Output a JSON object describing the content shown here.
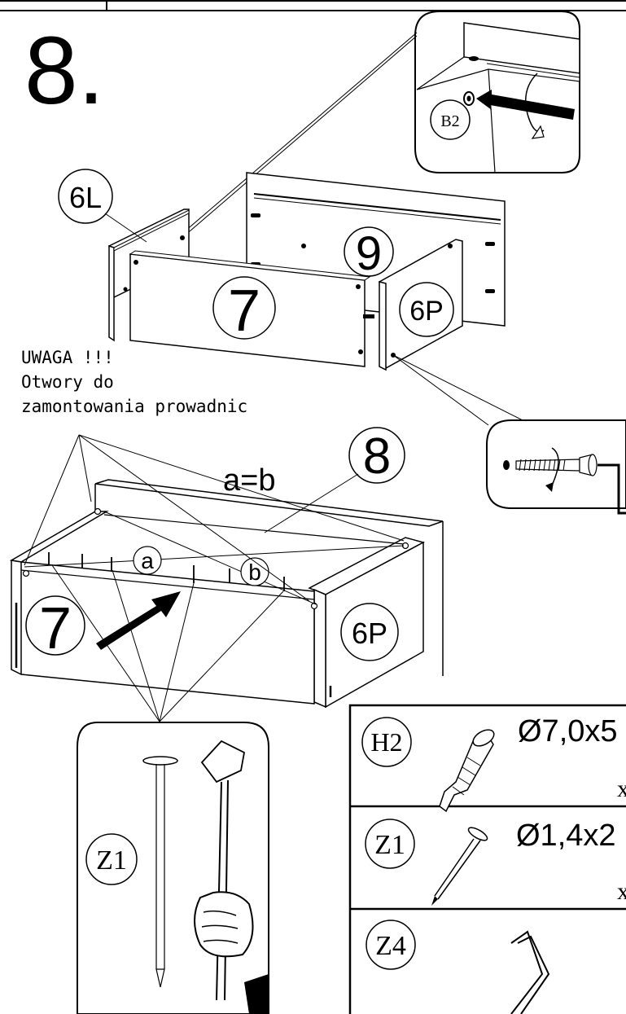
{
  "step_number": "8.",
  "note": {
    "line1": "UWAGA !!!",
    "line2": "Otwory do",
    "line3": "zamontowania prowadnic"
  },
  "equation": "a=b",
  "labels": {
    "panel_6L": "6L",
    "panel_9": "9",
    "panel_7_top": "7",
    "panel_6P_top": "6P",
    "panel_8": "8",
    "panel_7_bottom": "7",
    "panel_6P_bottom": "6P",
    "measure_a": "a",
    "measure_b": "b",
    "detail_B2": "B2",
    "detail_Z1": "Z1"
  },
  "parts_table": [
    {
      "code": "H2",
      "size": "Ø7,0x5",
      "qty": "x"
    },
    {
      "code": "Z1",
      "size": "Ø1,4x2",
      "qty": "x"
    },
    {
      "code": "Z4",
      "size": "",
      "qty": ""
    }
  ]
}
